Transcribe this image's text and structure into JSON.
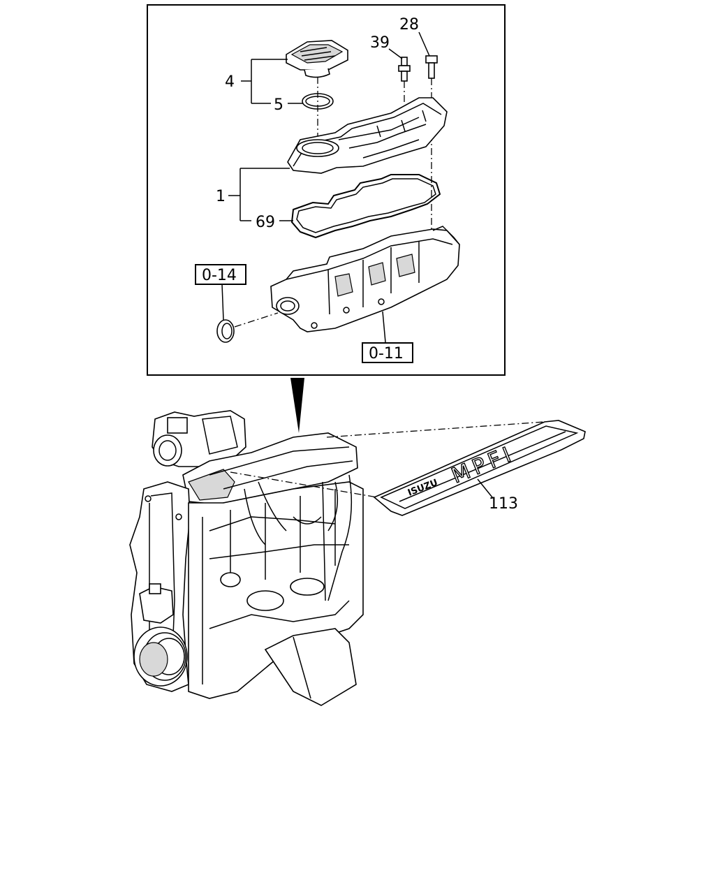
{
  "callouts": {
    "c4": "4",
    "c5": "5",
    "c1": "1",
    "c69": "69",
    "c39": "39",
    "c28": "28",
    "c113": "113"
  },
  "refs": {
    "r014": "0-14",
    "r011": "0-11"
  },
  "cover_markings": {
    "brand": "ISUZU",
    "model": "MPFI"
  }
}
